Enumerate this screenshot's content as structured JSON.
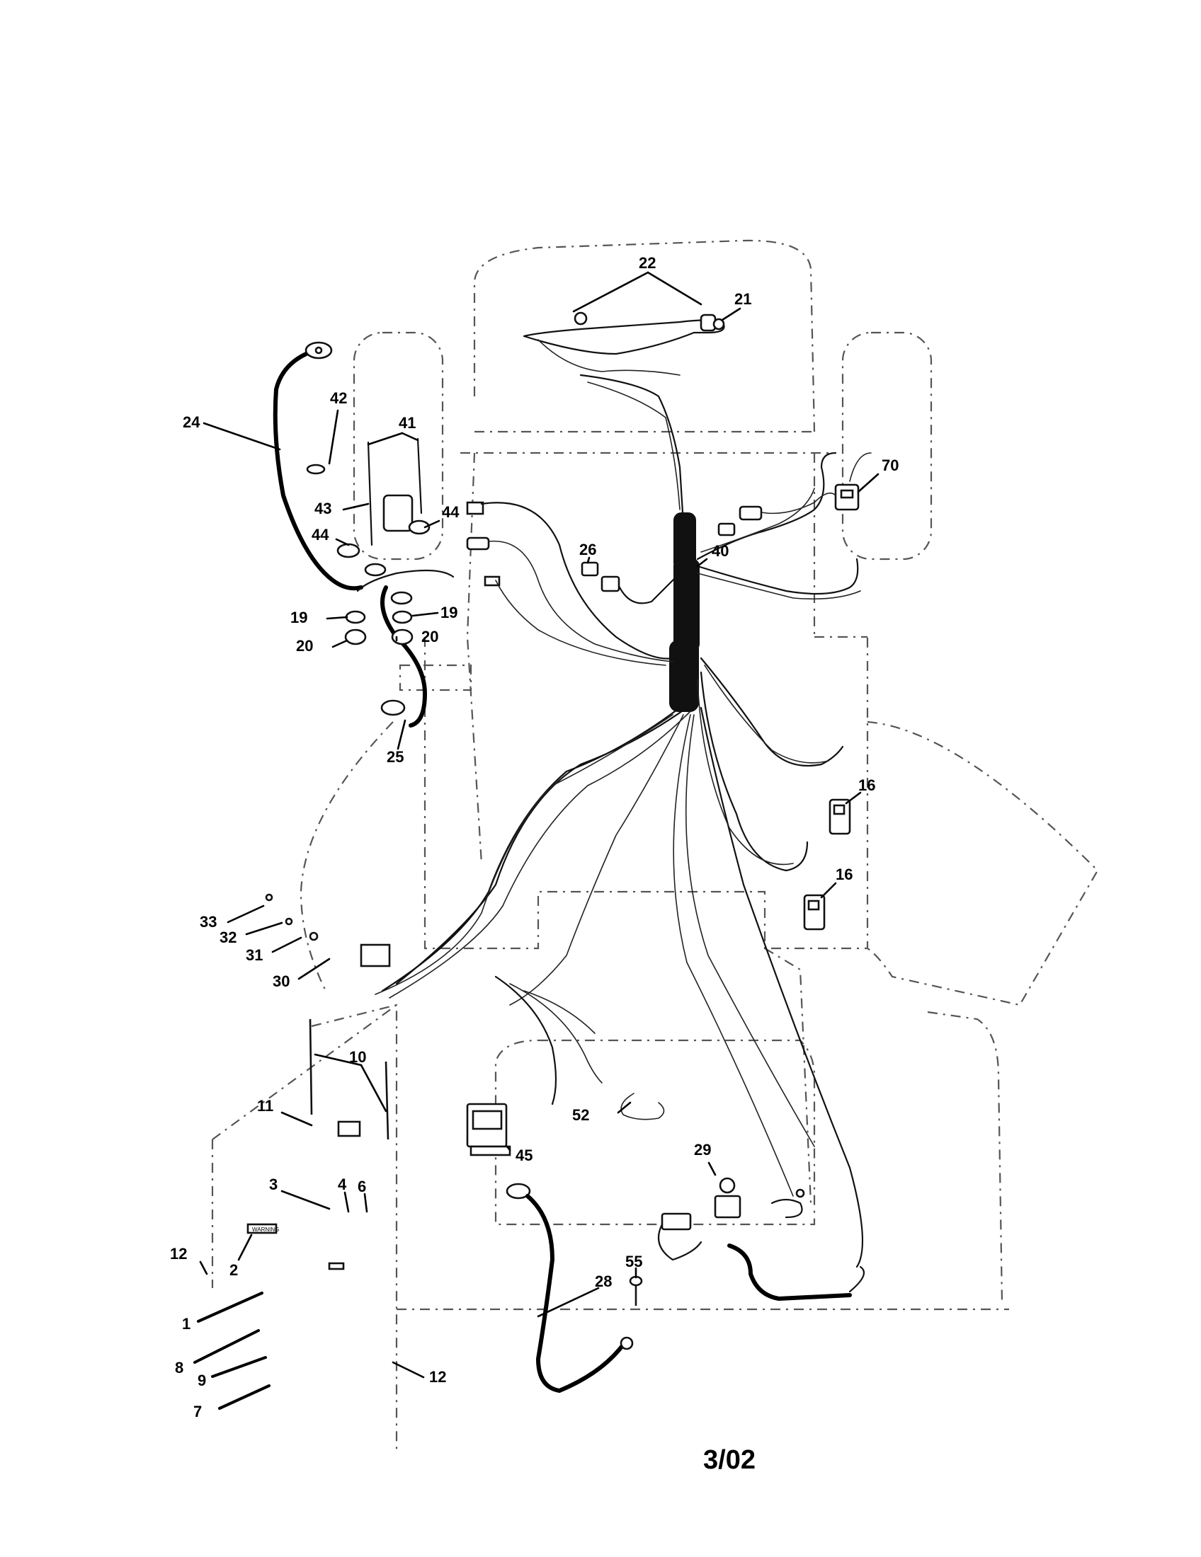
{
  "revision": "3/02",
  "callouts": {
    "p1": "1",
    "p2": "2",
    "p3": "3",
    "p4": "4",
    "p6": "6",
    "p7": "7",
    "p8": "8",
    "p9": "9",
    "p10": "10",
    "p11": "11",
    "p12_upper": "12",
    "p12_lower": "12",
    "p16_upper": "16",
    "p16_lower": "16",
    "p19_left": "19",
    "p19_right": "19",
    "p20_left": "20",
    "p20_right": "20",
    "p21": "21",
    "p22": "22",
    "p24": "24",
    "p25": "25",
    "p26": "26",
    "p28": "28",
    "p29": "29",
    "p30": "30",
    "p31": "31",
    "p32": "32",
    "p33": "33",
    "p40": "40",
    "p41": "41",
    "p42": "42",
    "p43": "43",
    "p44_left": "44",
    "p44_right": "44",
    "p45": "45",
    "p52": "52",
    "p55": "55",
    "p70": "70"
  },
  "label_plate_text": "WARNING"
}
